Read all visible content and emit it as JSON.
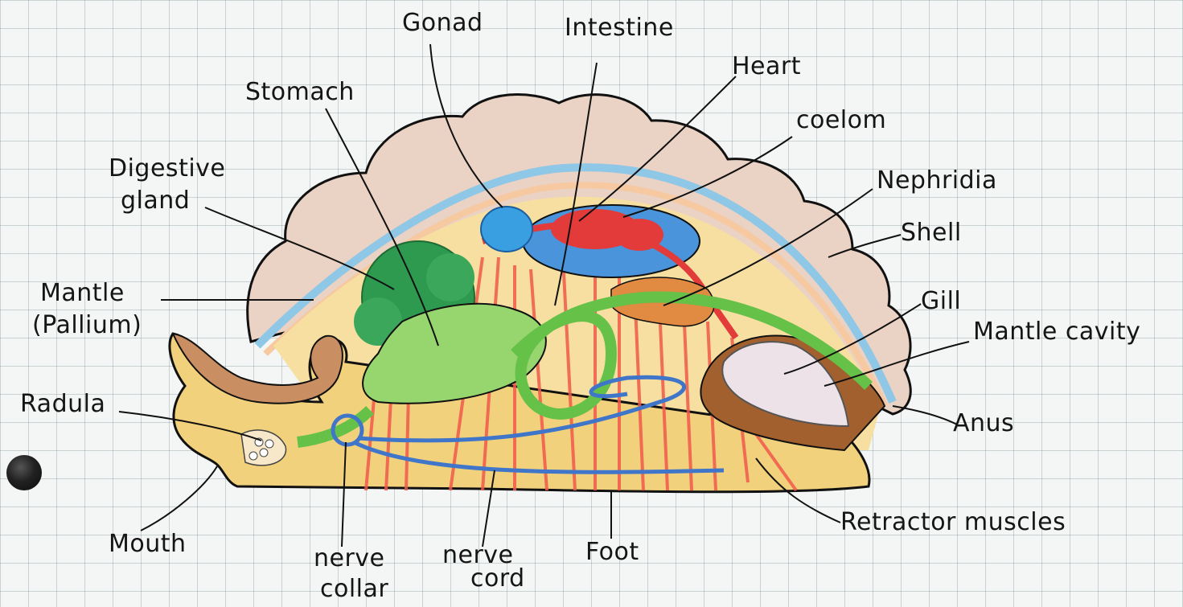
{
  "diagram": {
    "labels": {
      "gonad": "Gonad",
      "intestine": "Intestine",
      "heart": "Heart",
      "stomach": "Stomach",
      "coelom": "coelom",
      "digestive_gland_1": "Digestive",
      "digestive_gland_2": "gland",
      "nephridia": "Nephridia",
      "shell": "Shell",
      "mantle_1": "Mantle",
      "mantle_2": "(Pallium)",
      "gill": "Gill",
      "mantle_cavity": "Mantle cavity",
      "radula": "Radula",
      "anus": "Anus",
      "retractor_muscles": "Retractor muscles",
      "mouth": "Mouth",
      "nerve_collar_1": "nerve",
      "nerve_collar_2": "collar",
      "nerve_cord_1": "nerve",
      "nerve_cord_2": "cord",
      "foot": "Foot"
    },
    "colors": {
      "outline": "#111111",
      "shell": "#e8cbbf",
      "body": "#f4d68c",
      "foot": "#f2d07a",
      "head": "#c68a5c",
      "digestive_gland": "#2e9a4f",
      "stomach": "#8fd36a",
      "intestine": "#66c148",
      "gonad": "#3a9fe0",
      "heart": "#e33a3a",
      "coelom": "#4a94dc",
      "nephridia": "#d9843a",
      "muscles": "#f05a4a",
      "nerve": "#3f76c9",
      "gill": "#e9dce6",
      "mantle_cavity": "#9b5a2e"
    }
  }
}
